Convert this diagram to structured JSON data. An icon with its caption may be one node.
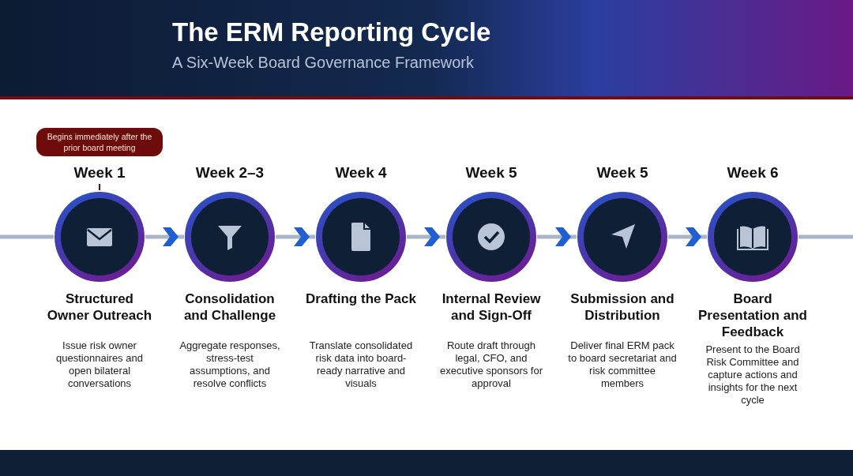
{
  "diagram": {
    "title": "The ERM Reporting Cycle",
    "caption": "A Six-Week Board Governance Framework",
    "nodes": [
      {
        "text": [
          "Week 1",
          "Structured Owner Outreach",
          "Issue risk owner questionnaires and open bilateral conversations"
        ],
        "beside": [
          "Begins immediately after the prior board meeting"
        ]
      },
      {
        "text": [
          "Week 2–3",
          "Consolidation and Challenge",
          "Aggregate responses, stress-test assumptions, and resolve conflicts"
        ]
      },
      {
        "text": [
          "Week 4",
          "Drafting the Pack",
          "Translate consolidated risk data into board-ready narrative and visuals"
        ]
      },
      {
        "text": [
          "Week 5",
          "Internal Review and Sign-Off",
          "Route draft through legal, CFO, and executive sponsors for approval"
        ]
      },
      {
        "text": [
          "Week 5",
          "Submission and Distribution",
          "Deliver final ERM pack to board secretariat and risk committee members"
        ]
      },
      {
        "text": [
          "Week 6",
          "Board Presentation and Feedback",
          "Present to the Board Risk Committee and capture actions and insights for the next cycle"
        ]
      }
    ],
    "edges": [
      {
        "from": 0,
        "to": 1,
        "arrow": "to"
      },
      {
        "from": 1,
        "to": 2,
        "arrow": "to"
      },
      {
        "from": 2,
        "to": 3,
        "arrow": "to"
      },
      {
        "from": 3,
        "to": 4,
        "arrow": "to"
      },
      {
        "from": 4,
        "to": 5,
        "arrow": "to"
      }
    ]
  }
}
